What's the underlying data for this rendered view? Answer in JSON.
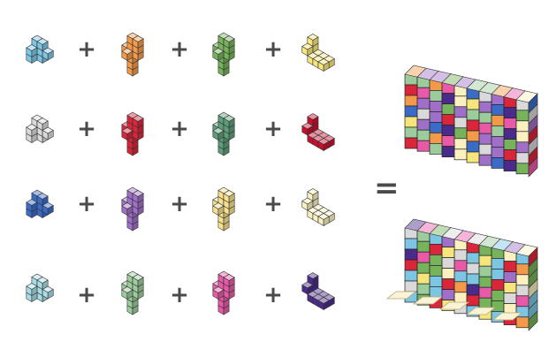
{
  "operators": {
    "plus": "+",
    "equals": "="
  },
  "rows": [
    {
      "name": "row-1",
      "pieces": [
        {
          "color": "#7cc6e4",
          "shape": "hook"
        },
        {
          "color": "#f39a4a",
          "shape": "tree"
        },
        {
          "color": "#76b35a",
          "shape": "tree"
        },
        {
          "color": "#f6e57a",
          "shape": "block"
        }
      ]
    },
    {
      "name": "row-2",
      "pieces": [
        {
          "color": "#d9d9d9",
          "shape": "hook"
        },
        {
          "color": "#d9263a",
          "shape": "tree"
        },
        {
          "color": "#5e9e7a",
          "shape": "tree"
        },
        {
          "color": "#c8102e",
          "shape": "block"
        }
      ]
    },
    {
      "name": "row-3",
      "pieces": [
        {
          "color": "#3a6cc7",
          "shape": "hook"
        },
        {
          "color": "#a070c8",
          "shape": "tree"
        },
        {
          "color": "#f8e08c",
          "shape": "tree"
        },
        {
          "color": "#faf0c0",
          "shape": "block"
        }
      ]
    },
    {
      "name": "row-4",
      "pieces": [
        {
          "color": "#a8dce6",
          "shape": "hook"
        },
        {
          "color": "#9ccc9c",
          "shape": "tree"
        },
        {
          "color": "#e85aa8",
          "shape": "tree"
        },
        {
          "color": "#4a2a8a",
          "shape": "block"
        }
      ]
    }
  ],
  "result_colors": [
    "#f6e57a",
    "#d9263a",
    "#76b35a",
    "#a070c8",
    "#7cc6e4",
    "#e85aa8",
    "#4a2a8a",
    "#f39a4a",
    "#3a6cc7",
    "#9ccc9c",
    "#d9d9d9",
    "#faf0c0"
  ]
}
